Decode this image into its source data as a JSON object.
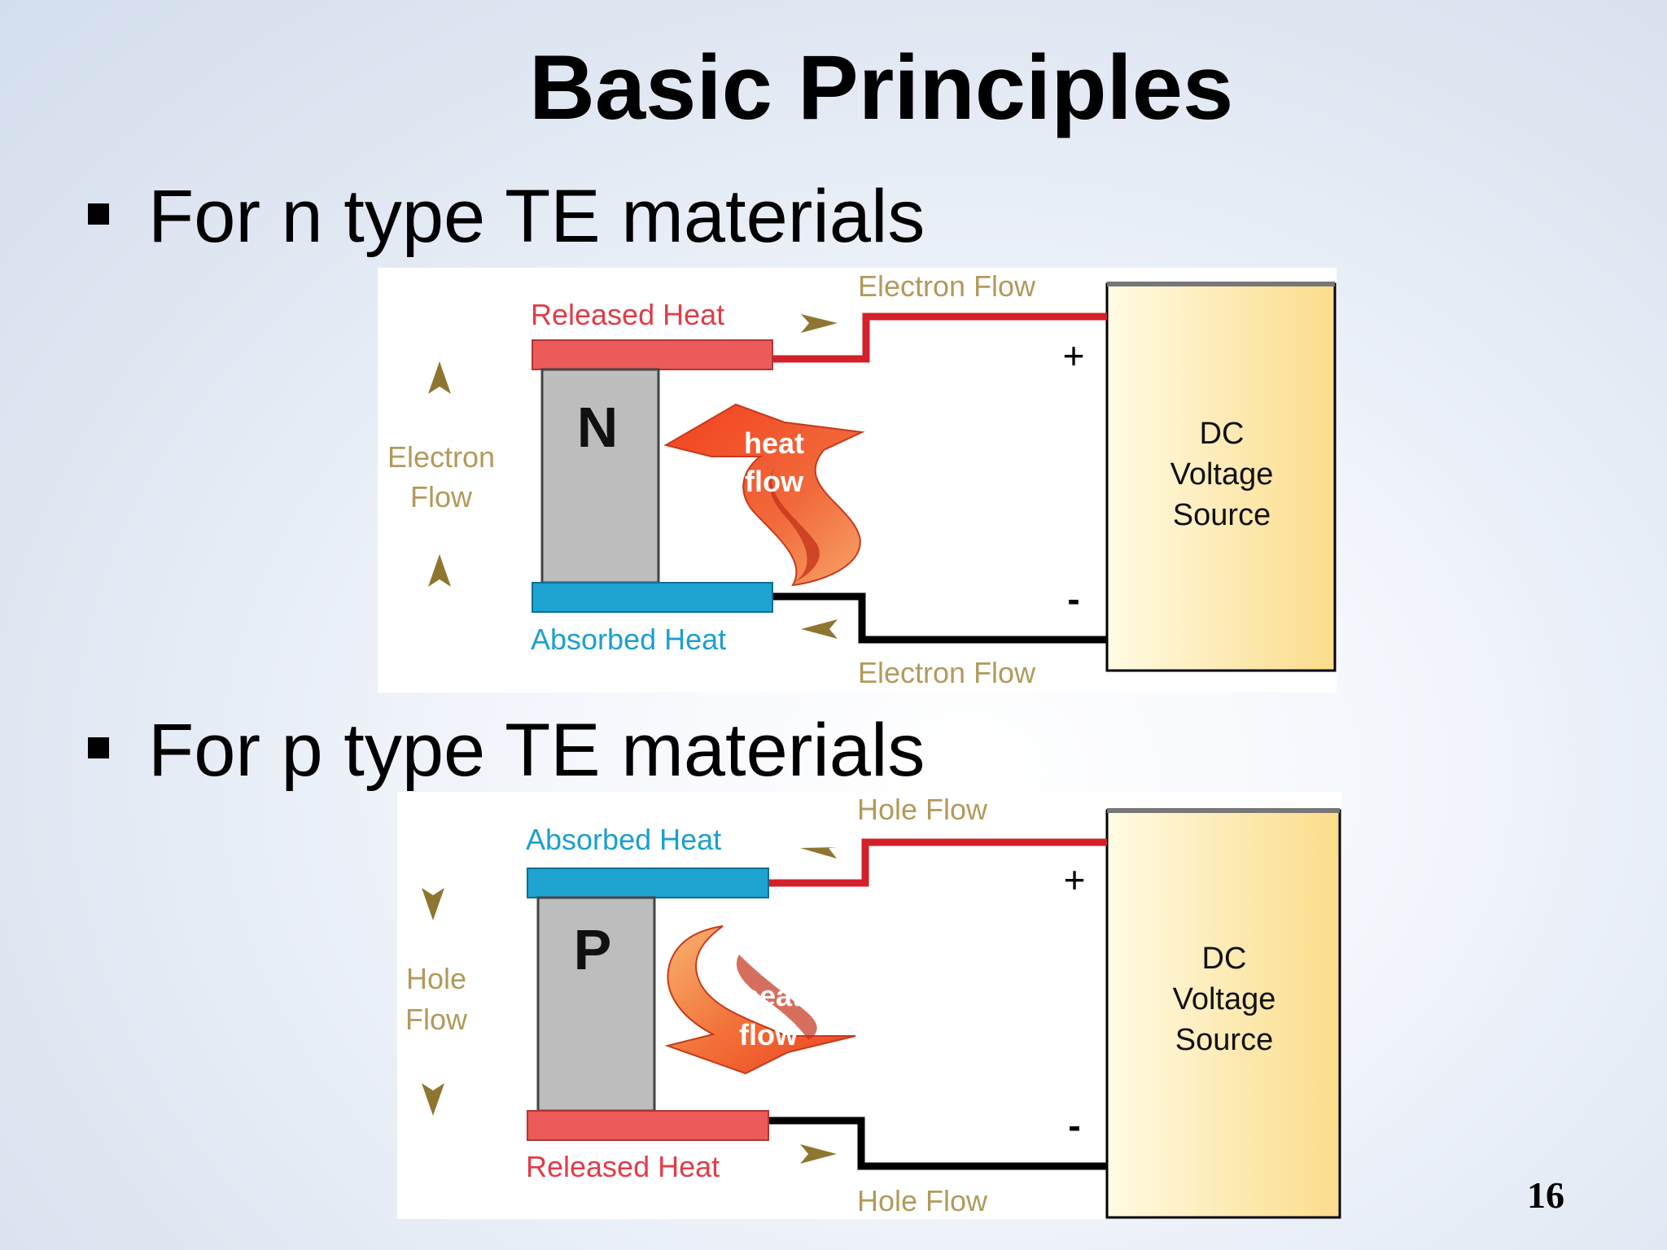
{
  "slide": {
    "title": "Basic Principles",
    "page_number": "16",
    "bullets": [
      "For n type TE materials",
      "For p type TE materials"
    ]
  },
  "diagram_n": {
    "top_plate_label": "Released Heat",
    "bottom_plate_label": "Absorbed Heat",
    "top_wire_label": "Electron Flow",
    "bottom_wire_label": "Electron Flow",
    "side_label_line1": "Electron",
    "side_label_line2": "Flow",
    "element_letter": "N",
    "heat_line1": "heat",
    "heat_line2": "flow",
    "plus": "+",
    "minus": "-",
    "source_line1": "DC",
    "source_line2": "Voltage",
    "source_line3": "Source",
    "side_arrow_direction": "up",
    "heat_flow_direction": "up"
  },
  "diagram_p": {
    "top_plate_label": "Absorbed Heat",
    "bottom_plate_label": "Released Heat",
    "top_wire_label": "Hole Flow",
    "bottom_wire_label": "Hole Flow",
    "side_label_line1": "Hole",
    "side_label_line2": "Flow",
    "element_letter": "P",
    "heat_line1": "heat",
    "heat_line2": "flow",
    "plus": "+",
    "minus": "-",
    "source_line1": "DC",
    "source_line2": "Voltage",
    "source_line3": "Source",
    "side_arrow_direction": "down",
    "heat_flow_direction": "down"
  },
  "colors": {
    "hot_plate": "#ec5a5a",
    "cold_plate": "#1ea3d2",
    "hot_label": "#e03c48",
    "cold_label": "#1d9fd0",
    "flow_label": "#b29a5c",
    "arrow_gold": "#8f7630",
    "wire_red": "#d4202a",
    "wire_black": "#000000",
    "element_gray": "#bdbdbd",
    "source_fill": "#fbe6a4",
    "heat_arrow": "#f04c2a"
  }
}
